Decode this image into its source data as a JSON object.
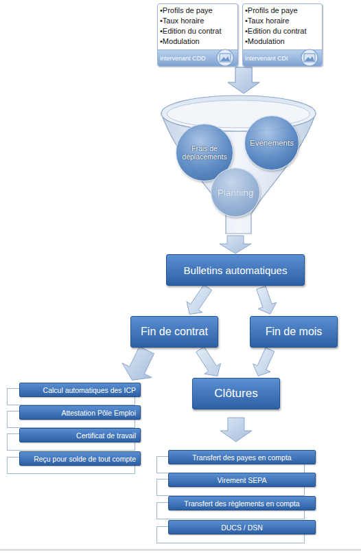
{
  "diagram": {
    "nodes": [
      {
        "text": [
          "•Profils de paye",
          "•Taux horaire",
          "•Edition du contrat",
          "•Modulation",
          "intervenant CDD"
        ]
      },
      {
        "text": [
          "•Profils de paye",
          "•Taux horaire",
          "•Edition du contrat",
          "•Modulation",
          "intervenant CDI"
        ]
      },
      {
        "text": []
      },
      {
        "text": [
          "Frais de déplacements"
        ],
        "in": 2
      },
      {
        "text": [
          "Evènements"
        ],
        "in": 2
      },
      {
        "text": [
          "Planning"
        ],
        "in": 2
      },
      {
        "text": [
          "Bulletins automatiques"
        ]
      },
      {
        "text": [
          "Fin de contrat"
        ]
      },
      {
        "text": [
          "Fin de mois"
        ]
      },
      {
        "text": [
          "Clôtures"
        ]
      },
      {
        "text": [
          "Calcul automatiques des ICP"
        ]
      },
      {
        "text": [
          "Attestation Pôle Emploi"
        ]
      },
      {
        "text": [
          "Certificat de travail"
        ]
      },
      {
        "text": [
          "Reçu pour solde de tout compte"
        ]
      },
      {
        "text": [
          "Transfert des payes en compta"
        ]
      },
      {
        "text": [
          "Virement SEPA"
        ]
      },
      {
        "text": [
          "Transfert des règlements en compta"
        ]
      },
      {
        "text": [
          "DUCS / DSN"
        ]
      }
    ],
    "edges": [
      {
        "from": 0,
        "to": 2,
        "arrow": "to"
      },
      {
        "from": 1,
        "to": 2,
        "arrow": "to"
      },
      {
        "from": 2,
        "to": 6,
        "arrow": "to"
      },
      {
        "from": 6,
        "to": 7,
        "arrow": "to"
      },
      {
        "from": 6,
        "to": 8,
        "arrow": "to"
      },
      {
        "from": 7,
        "to": 10,
        "arrow": "to"
      },
      {
        "from": 7,
        "to": 9,
        "arrow": "to"
      },
      {
        "from": 8,
        "to": 9,
        "arrow": "to"
      },
      {
        "from": 9,
        "to": 14,
        "arrow": "to"
      }
    ]
  }
}
